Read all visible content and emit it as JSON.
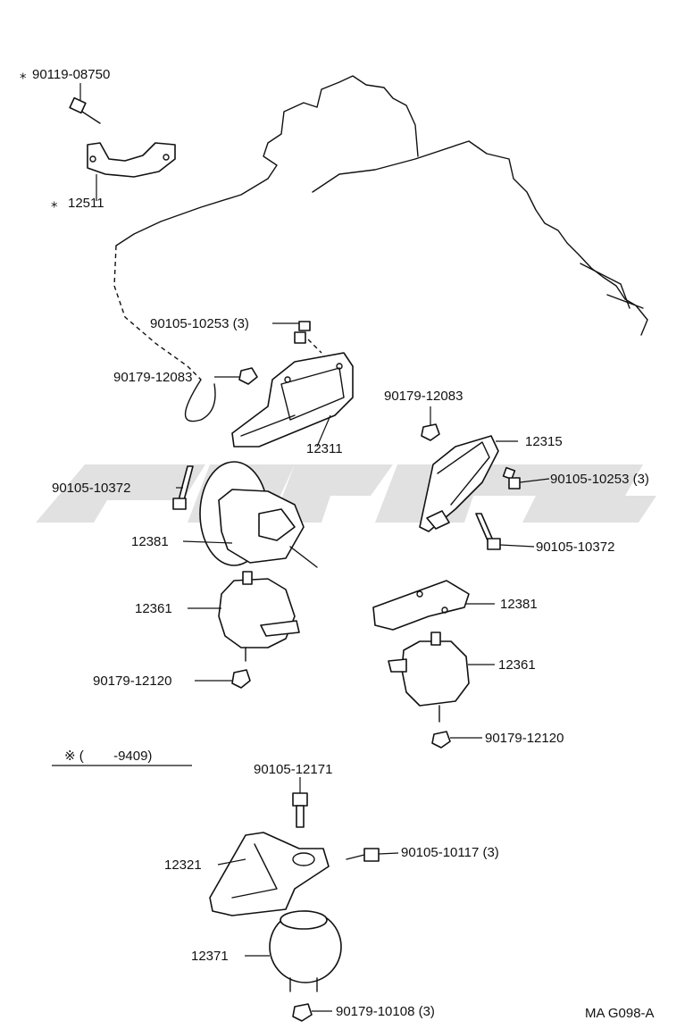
{
  "parts": {
    "bolt_top_left": "90119-08750",
    "bracket_top_left": "12511",
    "bolt_rear_bracket": "90105-10253 (3)",
    "nut_rear_bracket": "90179-12083",
    "rear_bracket": "12311",
    "nut_right_bracket": "90179-12083",
    "right_bracket": "12315",
    "bolt_right_bracket": "90105-10253 (3)",
    "bolt_long_left": "90105-10372",
    "bolt_long_right": "90105-10372",
    "insulator_cover_left": "12381",
    "insulator_cover_right": "12381",
    "insulator_left": "12361",
    "insulator_right": "12361",
    "nut_insulator_left": "90179-12120",
    "nut_insulator_right": "90179-12120",
    "front_bolt_top": "90105-12171",
    "front_bracket": "12321",
    "front_bracket_bolts": "90105-10117 (3)",
    "front_insulator": "12371",
    "front_nuts": "90179-10108 (3)"
  },
  "notes": {
    "mark_symbol": "※",
    "mark_small": "⁎",
    "period_note": "※ (        -9409)",
    "figure_code": "MA G098-A"
  }
}
